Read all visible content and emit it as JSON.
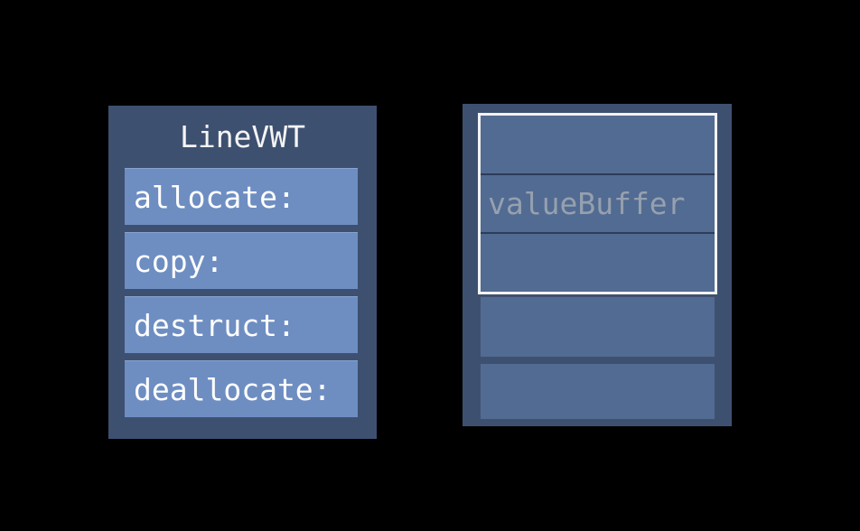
{
  "diagram": {
    "background_color": "#000000",
    "vwt_table": {
      "title": "LineVWT",
      "rows": [
        {
          "label": "allocate:"
        },
        {
          "label": "copy:"
        },
        {
          "label": "destruct:"
        },
        {
          "label": "deallocate:"
        }
      ]
    },
    "value_buffer_box": {
      "cells": [
        {
          "label": ""
        },
        {
          "label": "valueBuffer"
        },
        {
          "label": ""
        }
      ],
      "extra_empty_rows": 2
    },
    "colors": {
      "panel_fill": "#3e5070",
      "vwt_row_fill": "#6e8ec2",
      "vwt_row_text": "#ffffff",
      "title_text": "#f4f4f4",
      "buffer_cell_fill": "#526b92",
      "buffer_separator": "#2d3c58",
      "highlight_border": "#f2f2f2",
      "buffer_label_text": "#96a0af"
    }
  }
}
